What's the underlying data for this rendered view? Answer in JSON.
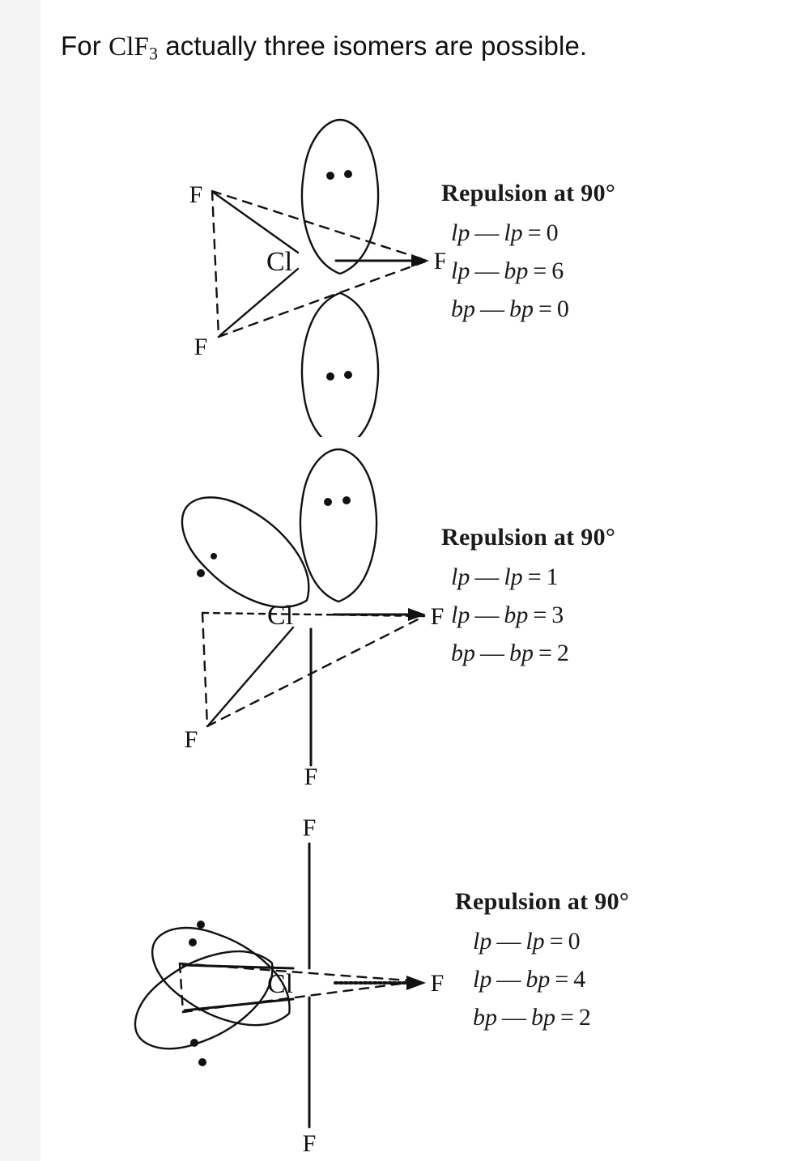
{
  "page": {
    "background_color": "#ffffff",
    "gutter_color": "#f4f4f4"
  },
  "title": {
    "prefix": "For",
    "formula_main": "ClF",
    "formula_sub": "3",
    "suffix": "actually three isomers are possible."
  },
  "atoms": {
    "center_label": "Cl",
    "ligand_label": "F"
  },
  "isomers": [
    {
      "id": "isomer-1",
      "name": "lone-pairs-axial",
      "repulsion": {
        "heading": "Repulsion at 90°",
        "rows": [
          {
            "left": "lp",
            "op": "—",
            "right": "lp",
            "eq": "=",
            "value": "0"
          },
          {
            "left": "lp",
            "op": "—",
            "right": "bp",
            "eq": "=",
            "value": "6"
          },
          {
            "left": "bp",
            "op": "—",
            "right": "bp",
            "eq": "=",
            "value": "0"
          }
        ]
      },
      "fluorines": [
        {
          "position": "upper-left",
          "bond": "dashed"
        },
        {
          "position": "lower-left",
          "bond": "dashed"
        },
        {
          "position": "right",
          "bond": "solid-arrow"
        }
      ],
      "lone_pairs": [
        {
          "direction": "up",
          "dots": 2
        },
        {
          "direction": "down",
          "dots": 2
        }
      ]
    },
    {
      "id": "isomer-2",
      "name": "one-axial-one-equatorial-lone-pair",
      "repulsion": {
        "heading": "Repulsion at 90°",
        "rows": [
          {
            "left": "lp",
            "op": "—",
            "right": "lp",
            "eq": "=",
            "value": "1"
          },
          {
            "left": "lp",
            "op": "—",
            "right": "bp",
            "eq": "=",
            "value": "3"
          },
          {
            "left": "bp",
            "op": "—",
            "right": "bp",
            "eq": "=",
            "value": "2"
          }
        ]
      },
      "fluorines": [
        {
          "position": "lower-left",
          "bond": "dashed"
        },
        {
          "position": "right",
          "bond": "solid-arrow"
        },
        {
          "position": "down",
          "bond": "solid"
        }
      ],
      "lone_pairs": [
        {
          "direction": "up",
          "dots": 2
        },
        {
          "direction": "upper-left",
          "dots": 2
        }
      ]
    },
    {
      "id": "isomer-3",
      "name": "both-lone-pairs-equatorial",
      "repulsion": {
        "heading": "Repulsion at 90°",
        "rows": [
          {
            "left": "lp",
            "op": "—",
            "right": "lp",
            "eq": "=",
            "value": "0"
          },
          {
            "left": "lp",
            "op": "—",
            "right": "bp",
            "eq": "=",
            "value": "4"
          },
          {
            "left": "bp",
            "op": "—",
            "right": "bp",
            "eq": "=",
            "value": "2"
          }
        ]
      },
      "fluorines": [
        {
          "position": "up",
          "bond": "solid"
        },
        {
          "position": "down",
          "bond": "solid"
        },
        {
          "position": "right",
          "bond": "hashed-arrow"
        }
      ],
      "lone_pairs": [
        {
          "direction": "upper-left",
          "dots": 2
        },
        {
          "direction": "lower-left",
          "dots": 2
        }
      ]
    }
  ]
}
